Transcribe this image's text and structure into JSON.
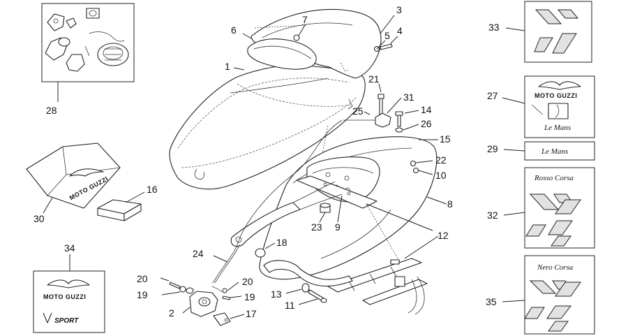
{
  "callouts": [
    {
      "id": "n1",
      "text": "1"
    },
    {
      "id": "n2",
      "text": "2"
    },
    {
      "id": "n3",
      "text": "3"
    },
    {
      "id": "n4",
      "text": "4"
    },
    {
      "id": "n5",
      "text": "5"
    },
    {
      "id": "n6",
      "text": "6"
    },
    {
      "id": "n7",
      "text": "7"
    },
    {
      "id": "n8",
      "text": "8"
    },
    {
      "id": "n9",
      "text": "9"
    },
    {
      "id": "n10",
      "text": "10"
    },
    {
      "id": "n11",
      "text": "11"
    },
    {
      "id": "n12",
      "text": "12"
    },
    {
      "id": "n13",
      "text": "13"
    },
    {
      "id": "n14",
      "text": "14"
    },
    {
      "id": "n15",
      "text": "15"
    },
    {
      "id": "n16",
      "text": "16"
    },
    {
      "id": "n17",
      "text": "17"
    },
    {
      "id": "n18",
      "text": "18"
    },
    {
      "id": "n19a",
      "text": "19"
    },
    {
      "id": "n19b",
      "text": "19"
    },
    {
      "id": "n20a",
      "text": "20"
    },
    {
      "id": "n20b",
      "text": "20"
    },
    {
      "id": "n21",
      "text": "21"
    },
    {
      "id": "n22",
      "text": "22"
    },
    {
      "id": "n23",
      "text": "23"
    },
    {
      "id": "n24",
      "text": "24"
    },
    {
      "id": "n25",
      "text": "25"
    },
    {
      "id": "n26",
      "text": "26"
    },
    {
      "id": "n27",
      "text": "27"
    },
    {
      "id": "n28",
      "text": "28"
    },
    {
      "id": "n29",
      "text": "29"
    },
    {
      "id": "n30",
      "text": "30"
    },
    {
      "id": "n31",
      "text": "31"
    },
    {
      "id": "n32",
      "text": "32"
    },
    {
      "id": "n33",
      "text": "33"
    },
    {
      "id": "n34",
      "text": "34"
    },
    {
      "id": "n35",
      "text": "35"
    }
  ],
  "decals": {
    "moto_guzzi": "MOTO GUZZI",
    "le_mans": "Le Mans",
    "rosso_corsa": "Rosso Corsa",
    "nero_corsa": "Nero Corsa",
    "v11_sport": "SPORT"
  }
}
